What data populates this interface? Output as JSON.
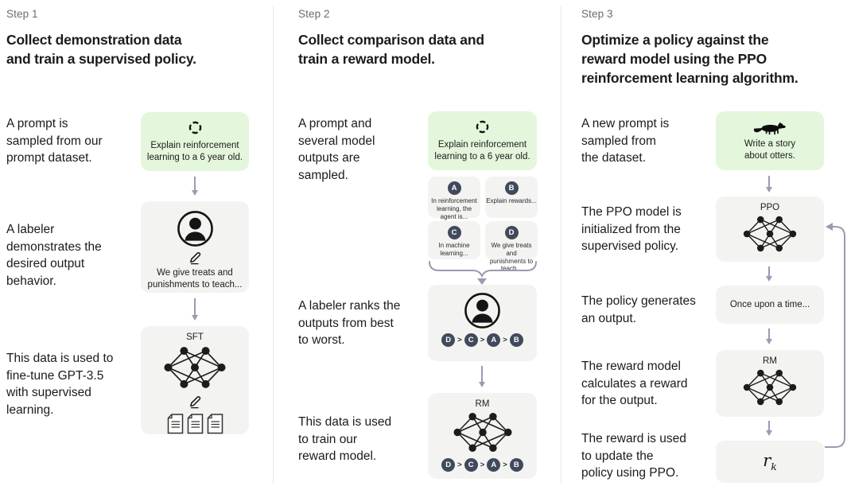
{
  "figure": {
    "title_implicit": "Three-step RLHF training diagram"
  },
  "colors": {
    "background": "#ffffff",
    "green_card": "#e4f6dc",
    "gray_card": "#f3f3f1",
    "badge": "#414a5c",
    "arrow": "#9a9bb1",
    "text": "#1b1b1b",
    "step_label": "#6b6b70",
    "divider": "#e8e8e8"
  },
  "step1": {
    "label": "Step 1",
    "heading": [
      "Collect demonstration data",
      "and train a supervised policy."
    ],
    "caption_prompt": [
      "A prompt is",
      "sampled from our",
      "prompt dataset."
    ],
    "caption_labeler": [
      "A labeler",
      "demonstrates the",
      "desired output",
      "behavior."
    ],
    "caption_data": [
      "This data is used to",
      "fine-tune GPT-3.5",
      "with supervised",
      "learning."
    ],
    "prompt_card": [
      "Explain reinforcement",
      "learning to a 6 year old."
    ],
    "labeler_card": [
      "We give treats and",
      "punishments to teach..."
    ],
    "model_card_label": "SFT"
  },
  "step2": {
    "label": "Step 2",
    "heading": [
      "Collect comparison data and",
      "train a reward model."
    ],
    "caption_prompt": [
      "A prompt and",
      "several model",
      "outputs are",
      "sampled."
    ],
    "caption_rank": [
      "A labeler ranks the",
      "outputs from best",
      "to worst."
    ],
    "caption_data": [
      "This data is used",
      "to train our",
      "reward model."
    ],
    "prompt_card": [
      "Explain reinforcement",
      "learning to a 6 year old."
    ],
    "outputs": [
      {
        "id": "A",
        "lines": [
          "In reinforcement",
          "learning, the",
          "agent is..."
        ]
      },
      {
        "id": "B",
        "lines": [
          "Explain rewards..."
        ]
      },
      {
        "id": "C",
        "lines": [
          "In machine",
          "learning..."
        ]
      },
      {
        "id": "D",
        "lines": [
          "We give treats and",
          "punishments to",
          "teach..."
        ]
      }
    ],
    "ranking": {
      "order": [
        "D",
        "C",
        "A",
        "B"
      ],
      "separator": ">"
    },
    "model_card_label": "RM"
  },
  "step3": {
    "label": "Step 3",
    "heading": [
      "Optimize a policy against the",
      "reward model using the PPO",
      "reinforcement learning algorithm."
    ],
    "caption_prompt": [
      "A new prompt is",
      "sampled from",
      "the dataset."
    ],
    "caption_init": [
      "The PPO model is",
      "initialized from the",
      "supervised policy."
    ],
    "caption_output": [
      "The policy generates",
      "an output."
    ],
    "caption_reward": [
      "The reward model",
      "calculates a reward",
      "for the output."
    ],
    "caption_update": [
      "The reward is used",
      "to update the",
      "policy using PPO."
    ],
    "prompt_card": [
      "Write a story",
      "about otters."
    ],
    "ppo_card_label": "PPO",
    "output_card": "Once upon a time...",
    "rm_card_label": "RM",
    "reward_symbol": {
      "base": "r",
      "sub": "k"
    }
  }
}
